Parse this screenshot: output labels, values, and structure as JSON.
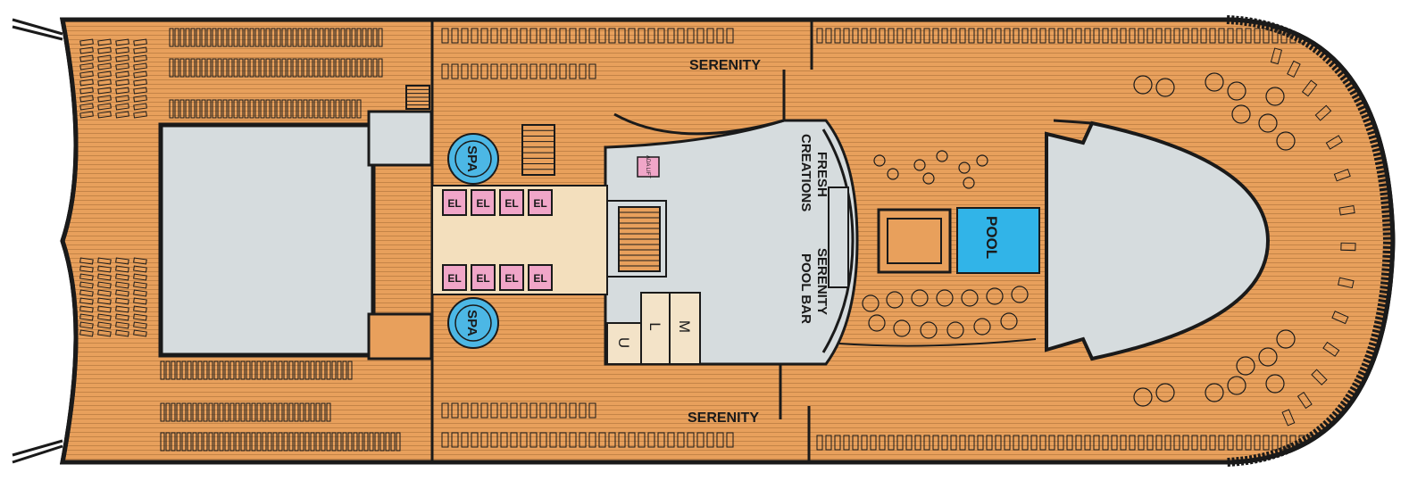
{
  "labels": {
    "serenity_top": "SERENITY",
    "serenity_bottom": "SERENITY",
    "fresh_creations_1": "FRESH",
    "fresh_creations_2": "CREATIONS",
    "serenity_pool_bar_1": "SERENITY",
    "serenity_pool_bar_2": "POOL BAR",
    "pool": "POOL",
    "spa_top": "SPA",
    "spa_bottom": "SPA",
    "elevator": "EL",
    "ada_lift": "ADA LIFT",
    "restroom_m": "M",
    "restroom_l": "L",
    "restroom_u": "U"
  },
  "colors": {
    "deck_wood": "#e8a05c",
    "deck_plank_line": "#b87a40",
    "outline": "#1a1a1a",
    "interior_gray": "#d6dcde",
    "pool_blue": "#31b4e8",
    "spa_blue": "#4cb7e5",
    "elevator_pink": "#f0a6c8",
    "lobby_beige": "#f3dfbd",
    "restroom_beige": "#f3e3c8"
  },
  "icons": {
    "deck_chair": "deck-chair-icon",
    "round_table": "round-table-icon",
    "cabana": "cabana-icon",
    "stair": "stair-icon",
    "hot_tub": "hot-tub-icon"
  }
}
